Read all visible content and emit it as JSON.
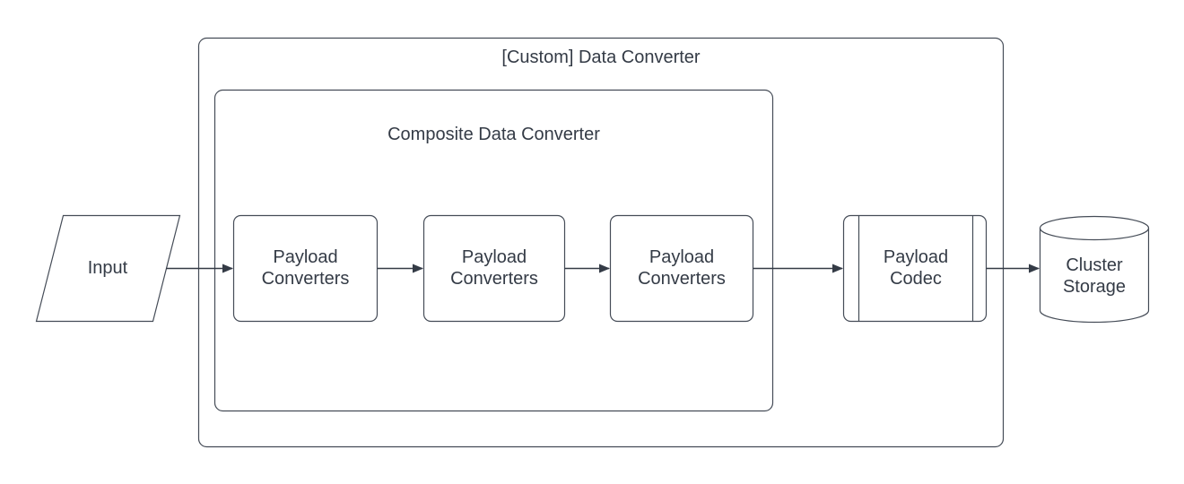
{
  "diagram": {
    "outer_container": {
      "label": "[Custom] Data Converter",
      "shape": "rounded-rectangle-container"
    },
    "inner_container": {
      "label": "Composite Data Converter",
      "shape": "rounded-rectangle-container"
    },
    "nodes": {
      "input": {
        "label": "Input",
        "shape": "parallelogram"
      },
      "payload_converter_1": {
        "label": "Payload Converters",
        "shape": "rounded-rectangle"
      },
      "payload_converter_2": {
        "label": "Payload Converters",
        "shape": "rounded-rectangle"
      },
      "payload_converter_3": {
        "label": "Payload Converters",
        "shape": "rounded-rectangle"
      },
      "payload_codec": {
        "label": "Payload Codec",
        "shape": "predefined-process"
      },
      "cluster_storage": {
        "label": "Cluster Storage",
        "shape": "cylinder"
      }
    },
    "edges": [
      {
        "from": "input",
        "to": "payload_converter_1"
      },
      {
        "from": "payload_converter_1",
        "to": "payload_converter_2"
      },
      {
        "from": "payload_converter_2",
        "to": "payload_converter_3"
      },
      {
        "from": "payload_converter_3",
        "to": "payload_codec"
      },
      {
        "from": "payload_codec",
        "to": "cluster_storage"
      }
    ],
    "colors": {
      "stroke": "#454C57",
      "text": "#343B46",
      "background": "#FFFFFF"
    }
  }
}
